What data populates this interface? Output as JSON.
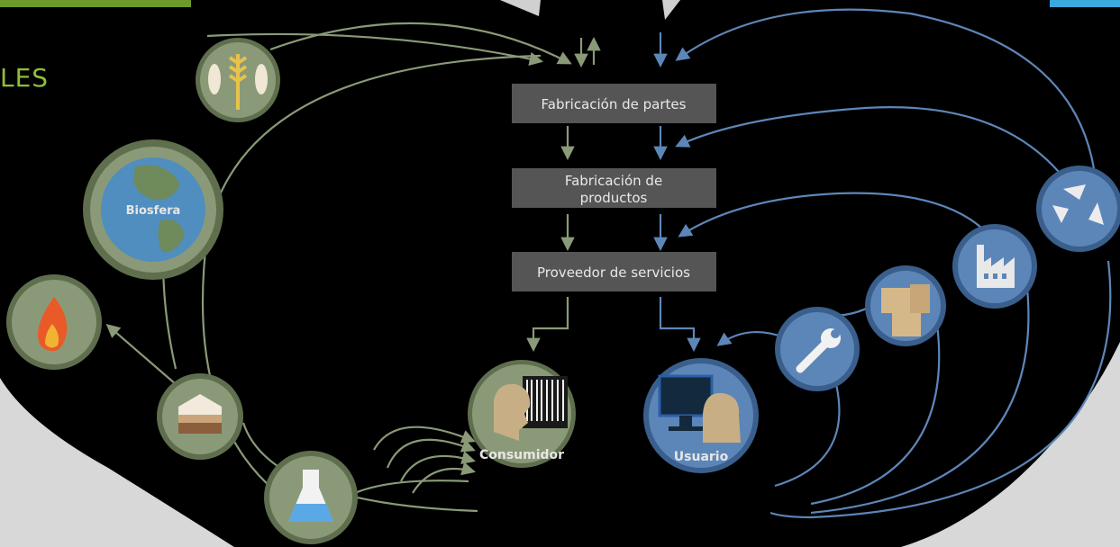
{
  "partial_title": "LES",
  "process_boxes": [
    "Fabricación de partes",
    "Fabricación de",
    "productos",
    "Proveedor de servicios"
  ],
  "nodes": {
    "biosfera": "Biosfera",
    "consumidor": "Consumidor",
    "usuario": "Usuario"
  },
  "colors": {
    "biological": "#8a9a78",
    "technical": "#5d86b8",
    "box": "#555555",
    "accent_green": "#8fbf3a",
    "accent_blue": "#3aa9de"
  },
  "icons": [
    "wheat-fish-icon",
    "globe-icon",
    "fire-icon",
    "compost-icon",
    "flask-icon",
    "barcode-consumer-icon",
    "computer-user-icon",
    "wrench-icon",
    "boxes-icon",
    "factory-icon",
    "recycle-icon"
  ]
}
